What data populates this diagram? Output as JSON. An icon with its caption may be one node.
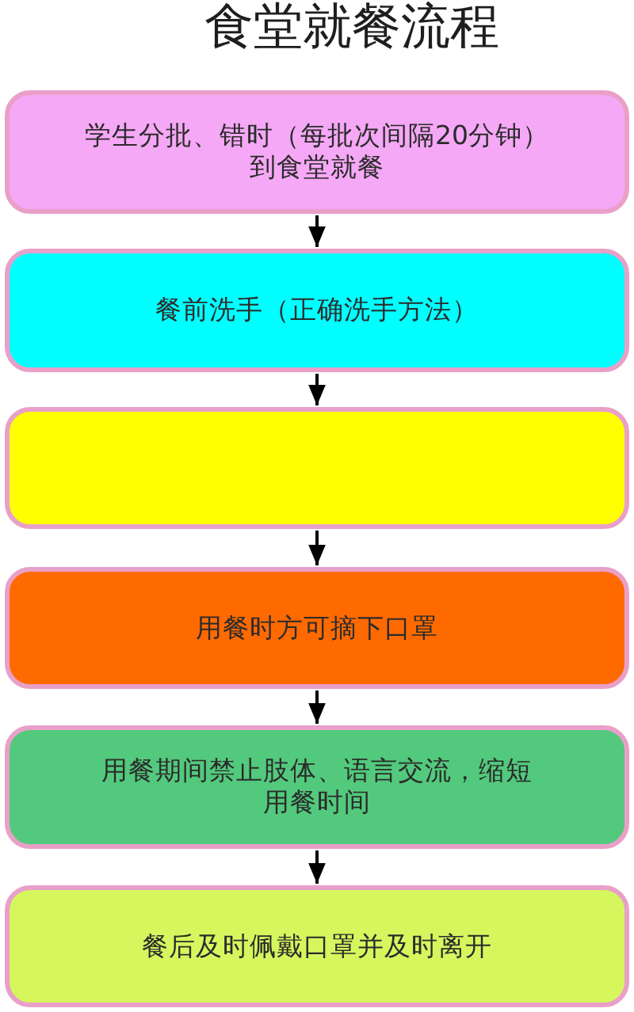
{
  "diagram": {
    "title": "食堂就餐流程",
    "nodes": [
      {
        "text": [
          "学生分批、错时（每批次间隔20分钟）到食堂就餐"
        ]
      },
      {
        "text": [
          "餐前洗手（正确洗手方法）"
        ]
      },
      {
        "text": [],
        "shape": "box"
      },
      {
        "text": [
          "用餐时方可摘下口罩"
        ]
      },
      {
        "text": [
          "用餐期间禁止肢体、语言交流，缩短用餐时间"
        ]
      },
      {
        "text": [
          "餐后及时佩戴口罩并及时离开"
        ]
      }
    ],
    "edges": [
      {
        "from": 0,
        "to": 1,
        "arrow": "to"
      },
      {
        "from": 1,
        "to": 2,
        "arrow": "to"
      },
      {
        "from": 2,
        "to": 3,
        "arrow": "to"
      },
      {
        "from": 3,
        "to": 4,
        "arrow": "to"
      },
      {
        "from": 4,
        "to": 5,
        "arrow": "to"
      }
    ]
  }
}
